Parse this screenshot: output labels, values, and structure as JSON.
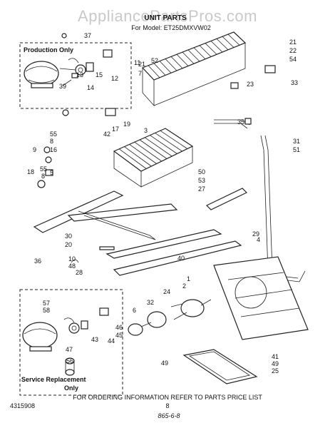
{
  "watermark": "AppliancePartsPros.com",
  "title": "UNIT PARTS",
  "model_line": "For Model: ET25DMXVW02",
  "production_label": "Production Only",
  "service_label": "Service Replacement Only",
  "service_line1": "Service Replacement",
  "service_line2": "Only",
  "footer_order": "FOR ORDERING INFORMATION REFER TO PARTS PRICE LIST",
  "footer_docnum": "4315908",
  "footer_page": "8",
  "footer_handwritten": "865-6-8",
  "callouts": [
    "37",
    "21",
    "22",
    "54",
    "52",
    "11",
    "12",
    "15",
    "13",
    "14",
    "39",
    "21",
    "7",
    "23",
    "33",
    "3",
    "19",
    "17",
    "42",
    "35",
    "55",
    "8",
    "16",
    "9",
    "55",
    "8",
    "18",
    "5",
    "50",
    "53",
    "27",
    "31",
    "51",
    "29",
    "4",
    "30",
    "20",
    "10",
    "48",
    "40",
    "36",
    "28",
    "1",
    "2",
    "24",
    "32",
    "6",
    "57",
    "58",
    "46",
    "45",
    "44",
    "43",
    "47",
    "56",
    "41",
    "49",
    "25",
    "49"
  ]
}
